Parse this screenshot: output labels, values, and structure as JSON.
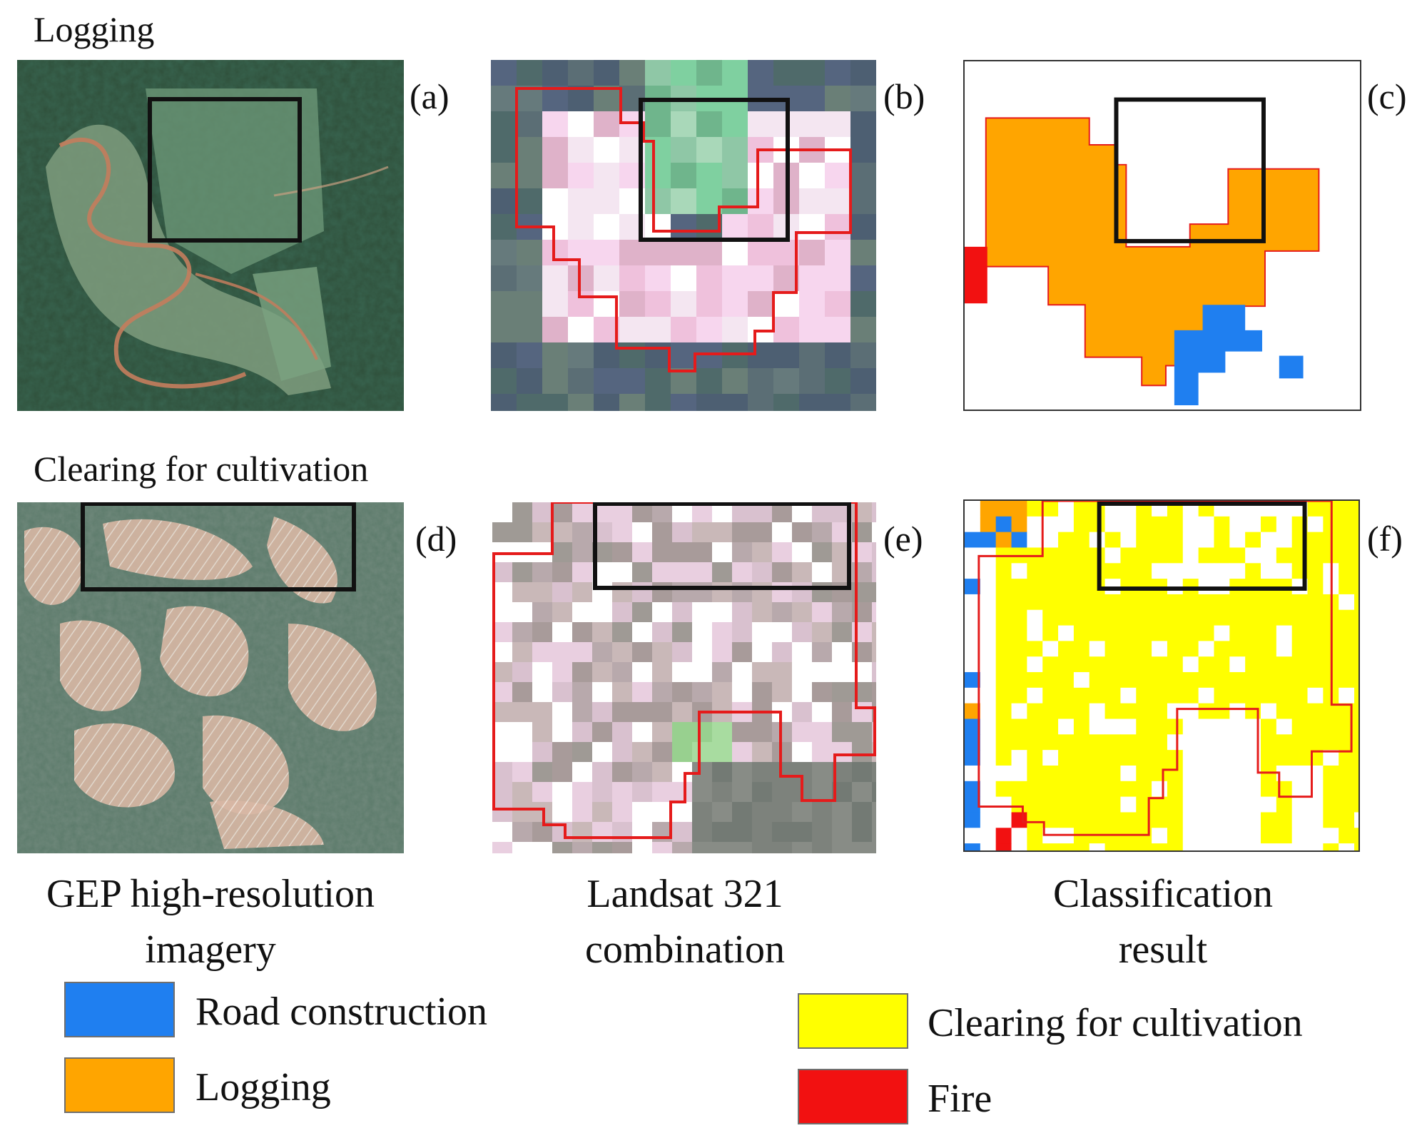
{
  "figure": {
    "rows": [
      {
        "title": "Logging"
      },
      {
        "title": "Clearing for cultivation"
      }
    ],
    "panel_labels": [
      "(a)",
      "(b)",
      "(c)",
      "(d)",
      "(e)",
      "(f)"
    ],
    "column_labels": [
      {
        "line1": "GEP high-resolution",
        "line2": "imagery"
      },
      {
        "line1": "Landsat 321",
        "line2": "combination"
      },
      {
        "line1": "Classification",
        "line2": "result"
      }
    ],
    "legend": [
      {
        "label": "Road construction",
        "color": "#1f7ff0"
      },
      {
        "label": "Logging",
        "color": "#ffa500"
      },
      {
        "label": "Clearing for cultivation",
        "color": "#ffff00"
      },
      {
        "label": "Fire",
        "color": "#f21111"
      }
    ],
    "colors": {
      "outline": "#e51b1b",
      "box": "#111111"
    }
  }
}
